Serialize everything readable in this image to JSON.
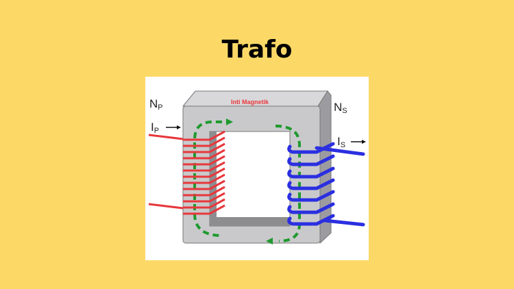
{
  "title": "Trafo",
  "diagram": {
    "core_label": "Inti Magnetik",
    "primary_turns_label": {
      "main": "N",
      "sub": "P"
    },
    "secondary_turns_label": {
      "main": "N",
      "sub": "S"
    },
    "primary_current_label": {
      "main": "I",
      "sub": "P"
    },
    "secondary_current_label": {
      "main": "I",
      "sub": "S"
    },
    "colors": {
      "primary": "#e8373b",
      "secondary": "#2b2fe0",
      "flux": "#1e9a2e",
      "core": "#c9c9cb"
    }
  }
}
